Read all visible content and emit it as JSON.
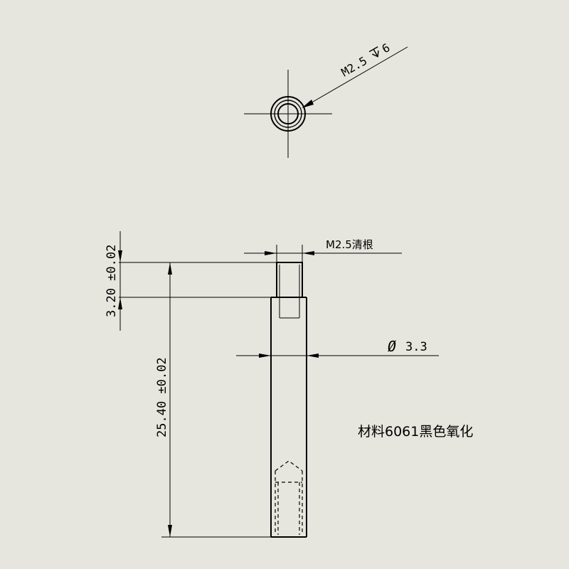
{
  "annotations": {
    "thread_callout": "M2.5",
    "thread_depth": "6",
    "thread_clear_root": "M2.5清根",
    "diameter_symbol": "Ø",
    "diameter_value": "3.3",
    "height_small": "3.20 ±0.02",
    "height_total": "25.40 ±0.02",
    "material_note": "材料6061黑色氧化"
  },
  "icons": {
    "depth_symbol": "depth-symbol-icon",
    "diameter_symbol": "diameter-symbol-icon"
  }
}
